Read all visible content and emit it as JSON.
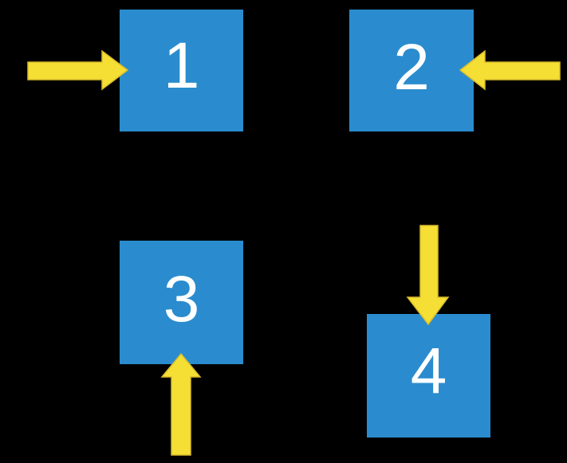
{
  "background_color": "#000000",
  "colors": {
    "square": "#2a8cce",
    "arrow": "#f5df34",
    "arrow_edge": "#d9bc2b",
    "label": "#ffffff"
  },
  "squares": [
    {
      "id": 1,
      "label": "1",
      "position": "top-left",
      "arrow_direction": "right",
      "arrow_side": "left-of-square"
    },
    {
      "id": 2,
      "label": "2",
      "position": "top-right",
      "arrow_direction": "left",
      "arrow_side": "right-of-square"
    },
    {
      "id": 3,
      "label": "3",
      "position": "bottom-left",
      "arrow_direction": "up",
      "arrow_side": "below-square"
    },
    {
      "id": 4,
      "label": "4",
      "position": "bottom-right",
      "arrow_direction": "down",
      "arrow_side": "above-square"
    }
  ]
}
